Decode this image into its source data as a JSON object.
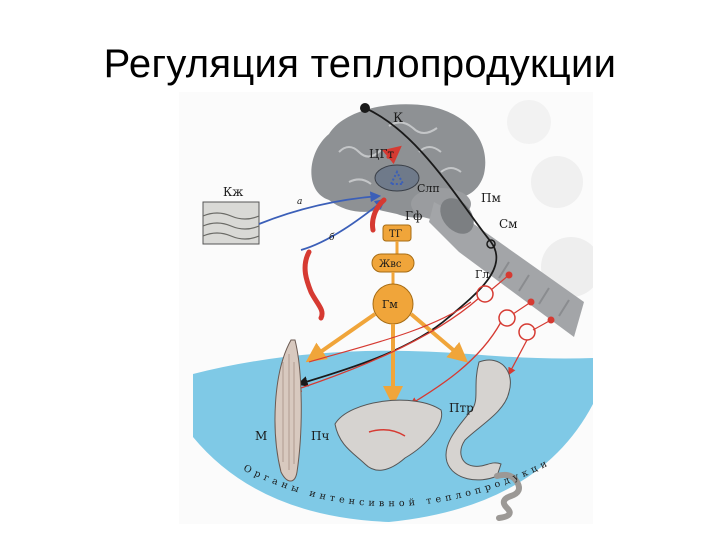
{
  "slide": {
    "title": "Регуляция теплопродукции"
  },
  "figure": {
    "labels": {
      "k": "К",
      "cgt": "ЦГт",
      "slp": "Слп",
      "pm": "Пм",
      "gf": "Гф",
      "sm": "См",
      "kzh": "Кж",
      "a": "а",
      "b": "б",
      "tg": "ТГ",
      "zhvs": "Жвс",
      "gl": "Гл",
      "gm": "Гм",
      "m": "М",
      "pch": "Пч",
      "ptr": "Птр"
    },
    "caption_arc": "Органы интенсивной теплопродукции",
    "colors": {
      "blue_zone": "#7fc9e6",
      "brain": "#8e9194",
      "spinal": "#a3a5a8",
      "orange": "#f0a53a",
      "red": "#d63a32",
      "blue": "#3b5fb8",
      "black": "#1a1a1a"
    }
  }
}
